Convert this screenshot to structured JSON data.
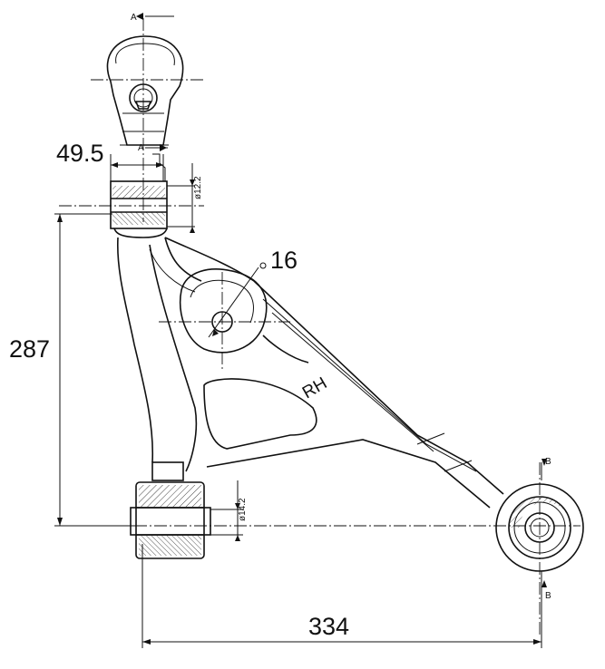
{
  "drawing": {
    "part_marking": "RH",
    "dimensions": {
      "ball_joint_offset": "49.5",
      "hole_diameter": "16",
      "height": "287",
      "width": "334"
    },
    "section_markers": {
      "top": "A",
      "bottom": "A",
      "right_top": "B",
      "right_bottom": "B"
    }
  }
}
